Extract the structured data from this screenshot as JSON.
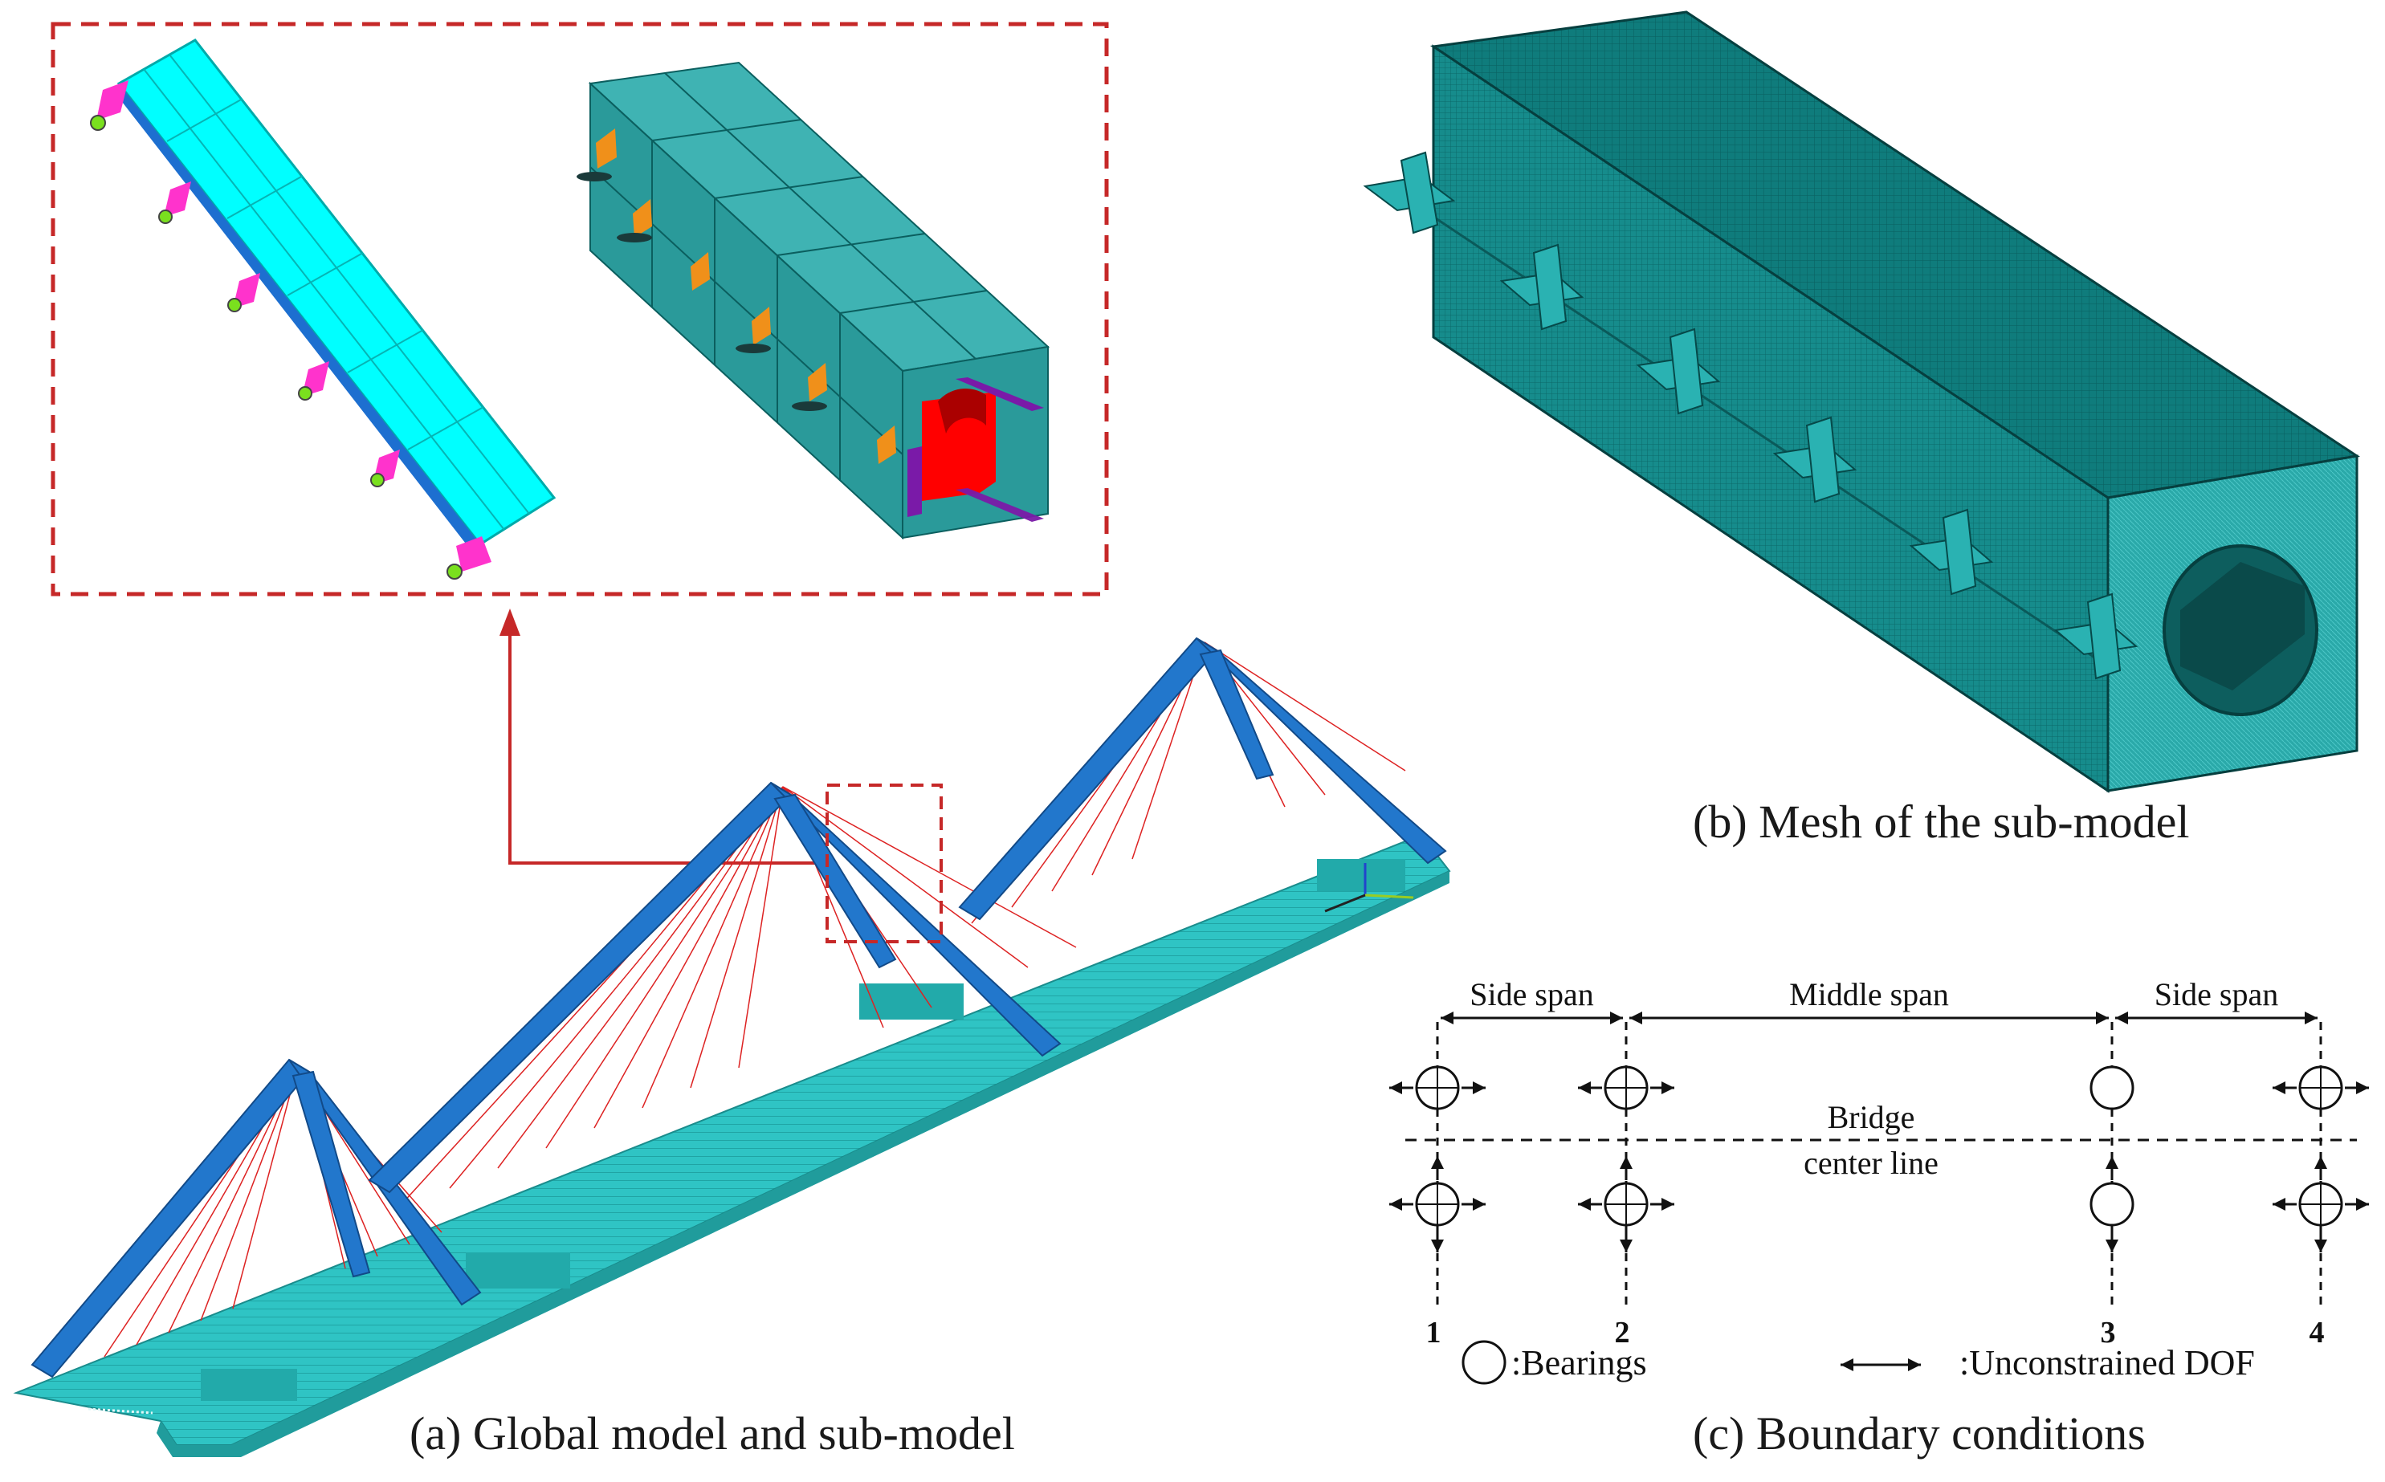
{
  "panels": {
    "a": {
      "caption": "(a)  Global model and sub-model"
    },
    "b": {
      "caption": "(b)  Mesh of the sub-model"
    },
    "c": {
      "caption": "(c)  Boundary conditions"
    }
  },
  "boundary": {
    "spans": {
      "side_left": "Side span",
      "middle": "Middle span",
      "side_right": "Side span"
    },
    "centerline_1": "Bridge",
    "centerline_2": "center line",
    "supports": [
      "1",
      "2",
      "3",
      "4"
    ],
    "legend_bearings": ":Bearings",
    "legend_dof": ":Unconstrained DOF"
  },
  "colors": {
    "deck": "#33cccc",
    "tower": "#2277cc",
    "cable": "#dd2222",
    "submodel_box": "#2a9a9a",
    "submodel_mesh": "#127a7a",
    "beam_cyan": "#00ffff",
    "bearing_magenta": "#ff33cc",
    "anchor_orange": "#f0901a",
    "stiffener_purple": "#7a1aa8",
    "diaphragm_red": "#ff0000",
    "callout": "#c62828"
  }
}
